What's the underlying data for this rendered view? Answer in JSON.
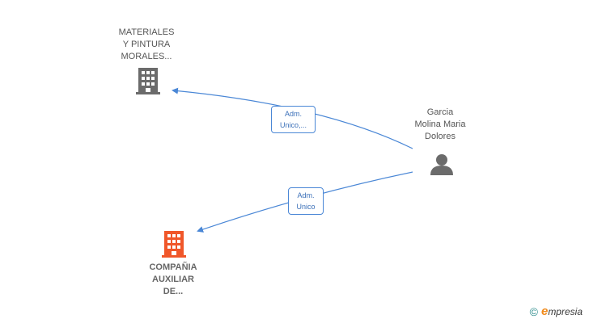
{
  "nodes": {
    "materiales": {
      "label": "MATERIALES\nY PINTURA\nMORALES...",
      "icon": "building-icon",
      "color": "#6b6b6b"
    },
    "compania": {
      "label": "COMPAÑIA\nAUXILIAR\nDE...",
      "icon": "building-icon",
      "color": "#f0572a"
    },
    "garcia": {
      "label": "Garcia\nMolina Maria\nDolores",
      "icon": "person-icon",
      "color": "#6b6b6b"
    }
  },
  "edges": {
    "to_materiales": {
      "label": "Adm.\nUnico,..."
    },
    "to_compania": {
      "label": "Adm.\nUnico"
    }
  },
  "colors": {
    "edge": "#4a87d6"
  },
  "brand": {
    "copyright": "©",
    "first_letter": "e",
    "rest": "mpresia"
  }
}
